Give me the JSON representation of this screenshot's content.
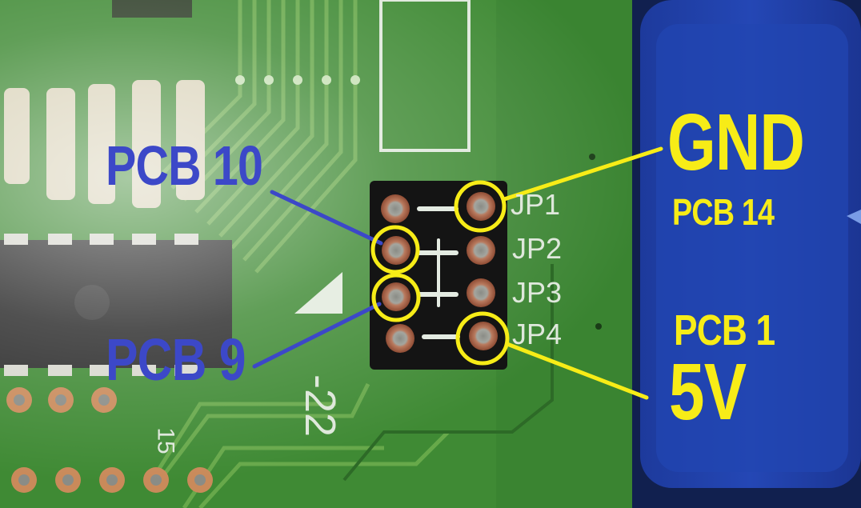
{
  "labels": {
    "pcb10": "PCB 10",
    "pcb9": "PCB 9",
    "gnd": "GND",
    "pcb14": "PCB 14",
    "pcb1": "PCB 1",
    "v5": "5V"
  },
  "silkscreen": {
    "jp1": "JP1",
    "jp2": "JP2",
    "jp3": "JP3",
    "jp4": "JP4",
    "board_number": "-22",
    "chip_pin": "15"
  },
  "colors": {
    "board_green": "#3f8a34",
    "annotation_yellow": "#f7ec17",
    "annotation_blue": "#3c48c8",
    "connector_blue": "#1e3fa8"
  }
}
